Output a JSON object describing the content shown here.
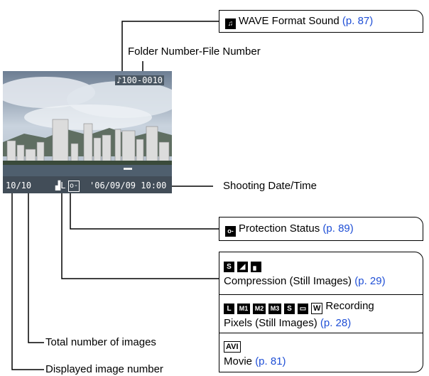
{
  "callouts": {
    "wave_sound": {
      "icon": "wave-sound-icon",
      "text": "WAVE Format Sound",
      "ref": "(p. 87)"
    },
    "folder_file": {
      "text": "Folder Number-File Number"
    },
    "shooting_date": {
      "text": "Shooting Date/Time"
    },
    "protection": {
      "icon": "key-icon",
      "text": "Protection Status",
      "ref": "(p. 89)"
    },
    "compression": {
      "icons": [
        "superfine-icon",
        "fine-icon",
        "normal-icon"
      ],
      "text": "Compression (Still Images)",
      "ref": "(p. 29)"
    },
    "recording_pixels": {
      "icons": [
        "L",
        "M1",
        "M2",
        "M3",
        "S",
        "postcard-icon",
        "W"
      ],
      "text_line1": "Recording",
      "text_line2": "Pixels (Still Images)",
      "ref": "(p. 28)"
    },
    "movie": {
      "icon": "AVI",
      "text": "Movie",
      "ref": "(p. 81)"
    },
    "total_images": {
      "text": "Total number of images"
    },
    "displayed_number": {
      "text": "Displayed image number"
    }
  },
  "screen": {
    "folder_file_number": "100-0010",
    "image_count": "10/10",
    "date_time": "'06/09/09 10:00"
  }
}
